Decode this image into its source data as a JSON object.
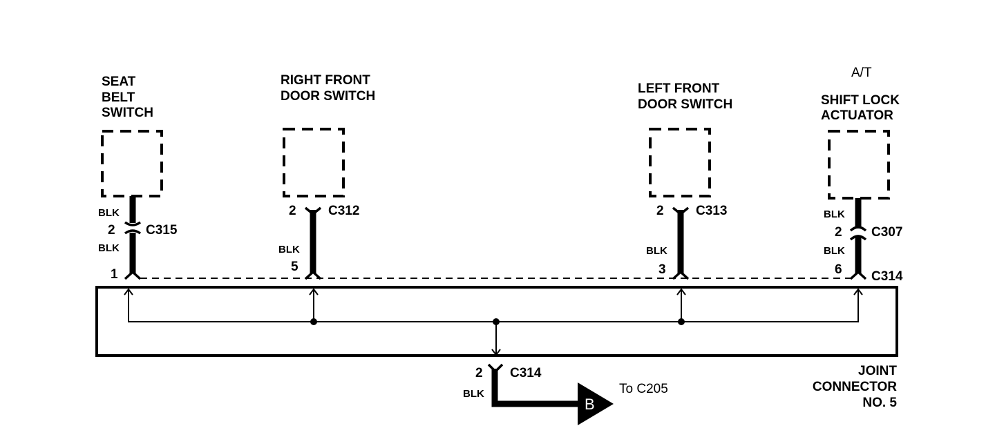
{
  "components": {
    "seat_belt_switch": [
      "SEAT",
      "BELT",
      "SWITCH"
    ],
    "rf_door_switch": [
      "RIGHT FRONT",
      "DOOR SWITCH"
    ],
    "lf_door_switch": [
      "LEFT FRONT",
      "DOOR SWITCH"
    ],
    "shift_lock": [
      "A/T",
      "SHIFT LOCK",
      "ACTUATOR"
    ]
  },
  "wires": {
    "seat_belt": {
      "color_top": "BLK",
      "color_bottom": "BLK",
      "inline_pin": "2",
      "inline_connector": "C315",
      "joint_pin": "1"
    },
    "rf_door": {
      "pin": "2",
      "connector": "C312",
      "color": "BLK",
      "joint_pin": "5"
    },
    "lf_door": {
      "pin": "2",
      "connector": "C313",
      "color": "BLK",
      "joint_pin": "3"
    },
    "shift_lock": {
      "color_top": "BLK",
      "color_bottom": "BLK",
      "inline_pin": "2",
      "inline_connector": "C307",
      "joint_pin": "6",
      "joint_connector": "C314"
    }
  },
  "output": {
    "pin": "2",
    "connector": "C314",
    "color": "BLK",
    "arrow_label": "B",
    "destination": "To C205"
  },
  "joint_connector": [
    "JOINT",
    "CONNECTOR",
    "NO. 5"
  ]
}
